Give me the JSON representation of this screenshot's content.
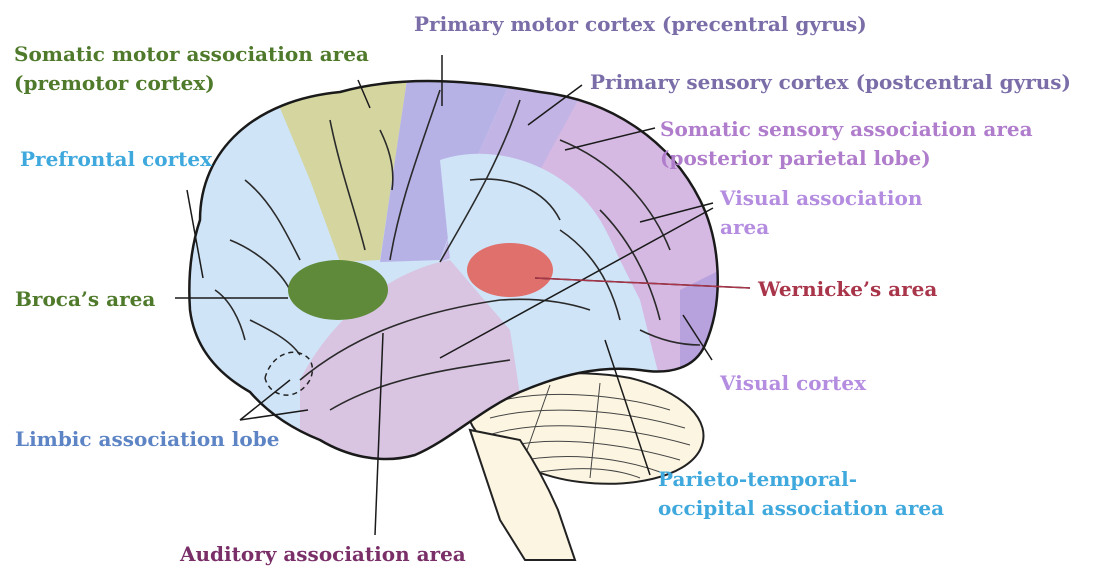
{
  "colors": {
    "prefrontal": "#3fa9dd",
    "motor_association": "#4f7a2b",
    "primary_motor": "#7a6da8",
    "primary_sensory": "#7a6da8",
    "sensory_association": "#b07ccc",
    "visual_association": "#b48de0",
    "visual_cortex": "#b48de0",
    "wernicke": "#a8354a",
    "broca": "#4f7a2b",
    "limbic": "#5d84c4",
    "auditory": "#7a2f68",
    "parieto_temporal": "#3fa9dd"
  },
  "labels": {
    "motor_association": [
      "Somatic motor association area",
      "(premotor cortex)"
    ],
    "primary_motor": "Primary motor cortex (precentral gyrus)",
    "primary_sensory": "Primary sensory cortex (postcentral gyrus)",
    "sensory_association": [
      "Somatic sensory association area",
      "(posterior parietal lobe)"
    ],
    "prefrontal": "Prefrontal cortex",
    "visual_association": [
      "Visual association",
      "area"
    ],
    "broca": "Broca’s area",
    "wernicke": "Wernicke’s area",
    "visual_cortex": "Visual cortex",
    "limbic": "Limbic association lobe",
    "parieto_temporal": [
      "Parieto-temporal-",
      "occipital association area"
    ],
    "auditory": "Auditory association area"
  }
}
